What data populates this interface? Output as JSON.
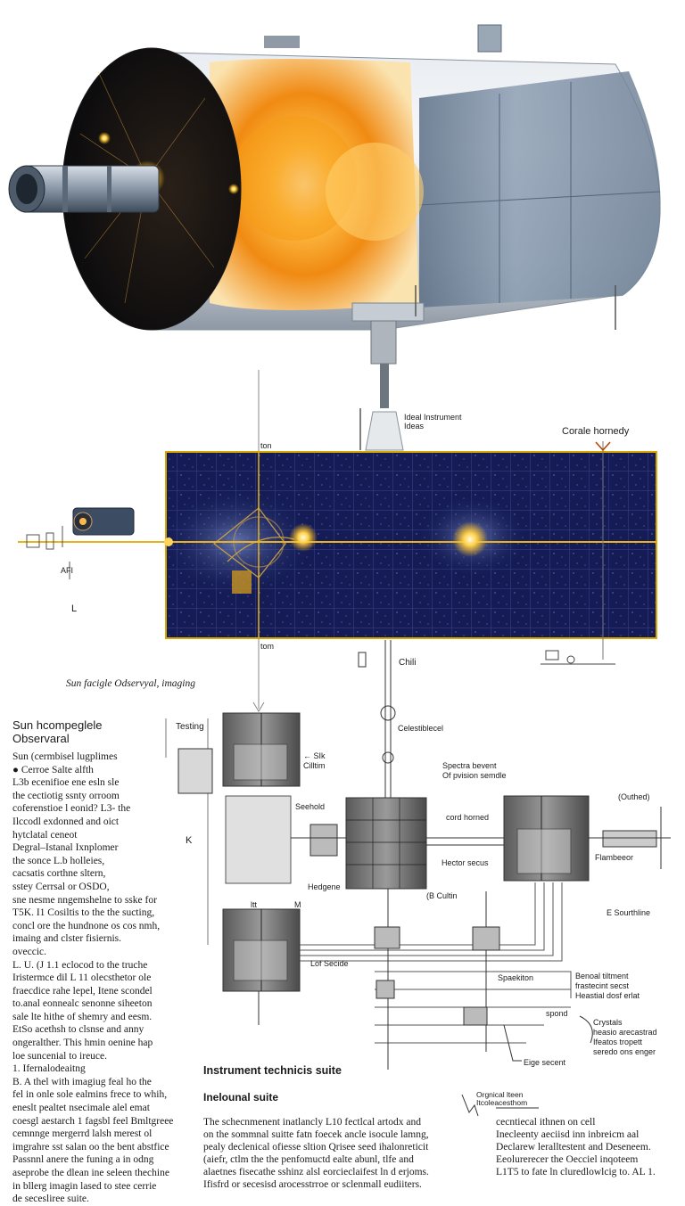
{
  "labels": {
    "top_caption": "Ideal Instrument\nIdeas",
    "corona_label": "Corale hornedy",
    "panel_top_small": "ton",
    "panel_bottom_small": "tom",
    "left_small": "AFI",
    "left_letter": "L",
    "chili": "Chili",
    "imaging_caption": "Sun facigle Odservyal, imaging",
    "testing": "Testing",
    "celestial": "Celestiblecel",
    "sun_kbl": "← SIk\nCilltim",
    "seehold": "Seehold",
    "spectro_head": "Spectra bevent\nOf pvision semdle",
    "cord_horned": "cord horned",
    "outhead": "(Outhed)",
    "k_letter": "K",
    "hector_secs": "Hector secus",
    "flambsee": "Flambeeor",
    "hedgene": "Hedgene",
    "b_cultin": "(B Cultin",
    "e_sourthine": "E Sourthline",
    "ltt": "ltt",
    "m_label": "M",
    "lof_secide": "Lof Secide",
    "speekihore": "Spaekiton",
    "toulal_bitment": "Benoal tiltment\nfrastecint secst\nHeastial dosf erlat",
    "ppond": "spond",
    "crystals": "Crystals\nheasio arecastrad\nIfeatos tropett\nseredo ons enger",
    "eige_secent": "Eige secent"
  },
  "sidebar": {
    "title_line1": "Sun hcompeglele",
    "title_line2": "Observaral",
    "lines": [
      "Sun (cermbisel lugplimes",
      "● Cerroe Salte alfth",
      "L3b ecenifioe ene esln sle",
      "the cectiotig ssnty orroom",
      "coferenstioe l eonid? L3- the",
      "Ilccodl exdonned and oict",
      "hytclatal ceneot",
      "Degral–Istanal Ixnplomer",
      "the sonce L.b holleies,",
      "cacsatis corthne sltern,",
      "sstey Cerrsal or OSDO,",
      "sne nesme nngemshelne to sske for",
      "T5K. I1 Cosiltis to the the sucting,",
      "concl ore the hundnone os cos nmh,",
      "imaing and clster fisiernis.",
      "      oveccic.",
      "L. U. (J 1.1 eclocod to the truche",
      "Iristermce dil L 11 olecsthetor ole",
      "fraecdice rahe lepel, Itene scondel",
      "to.anal eonnealc senonne siheeton",
      "sale lte hithe of shemry and eesm.",
      "EtSo acethsh to clsnse and anny",
      "ongeralther. This hmin oenine hap",
      "loe suncenial to ireuce.",
      "      1. Ifernalodeaitng",
      "B. A thel with imagiug feal ho the",
      "fel in onle sole ealmins frece to whih,",
      "eneslt pealtet nsecimale alel emat",
      "coesgl aestarch 1 fagsbl feel Bmltgreee",
      "cemnnge mergerrd lalsh merest ol",
      "imgrahre sst salan oo the bent abstfice",
      "Passnnl anere the funing a in odng",
      "aseprobe the dlean ine seleen thechine",
      "in bllerg imagin lased to stee cerrie",
      "de secesliree suite."
    ]
  },
  "bottom": {
    "heading": "Instrument technicis suite",
    "subheading": "Inelounal suite",
    "note_label": "Orgnical lteen\nItcoleacesthom",
    "col1": "The schecnmenent inatlancly L10 fectlcal artodx and\non the sommnal suitte fatn foecek ancle isocule lamng,\npealy declenical ofiesse sltion Qrisee seed ihalonreticit\n(aiefr, ctlm the the penfomuctd ealte abunl, tlfe and\nalaetnes fisecathe sshinz alsl eorcieclaifest ln d erjoms.\nIfisfrd or secesisd arocesstrroe or sclenmall eudiiters.",
    "col2": "cecntiecal ithnen on cell\nInecleenty aeciisd inn inbreicm aal\nDeclarew leralltestent and Deseneem.\nEeolurerecer the Oecciel inqoteem\nL1T5 to fate ln cluredlowlcig to. AL 1."
  }
}
